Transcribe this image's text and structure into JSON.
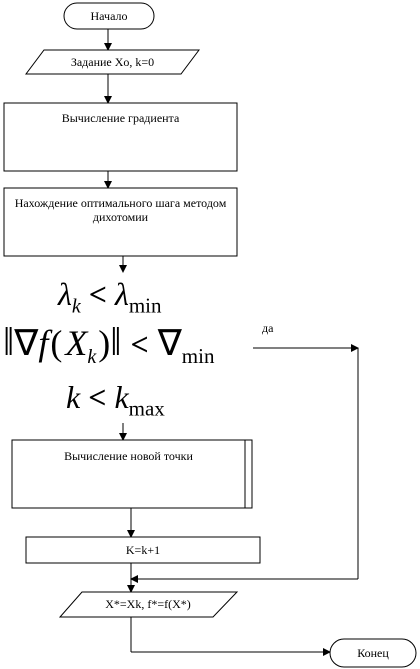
{
  "flowchart": {
    "start": "Начало",
    "input": "Задание Xo, k=0",
    "gradient": "Вычисление градиента",
    "step": "Нахождение оптимального шага методом дихотомии",
    "conditions": {
      "lambda": {
        "var": "λ",
        "sub": "k",
        "op": "<",
        "rhs": "λ",
        "rhs_sub": "min"
      },
      "grad": {
        "nabla": "∇",
        "f": "f",
        "open": "(",
        "x": "X",
        "x_sub": "k",
        "close": ")",
        "op": "<",
        "rhs": "∇",
        "rhs_sub": "min"
      },
      "k": {
        "var": "k",
        "op": "<",
        "rhs": "k",
        "rhs_sub": "max"
      },
      "yes_label": "да"
    },
    "new_point": "Вычисление новой точки",
    "increment": "K=k+1",
    "output": "X*=Xk, f*=f(X*)",
    "end": "Конец"
  }
}
